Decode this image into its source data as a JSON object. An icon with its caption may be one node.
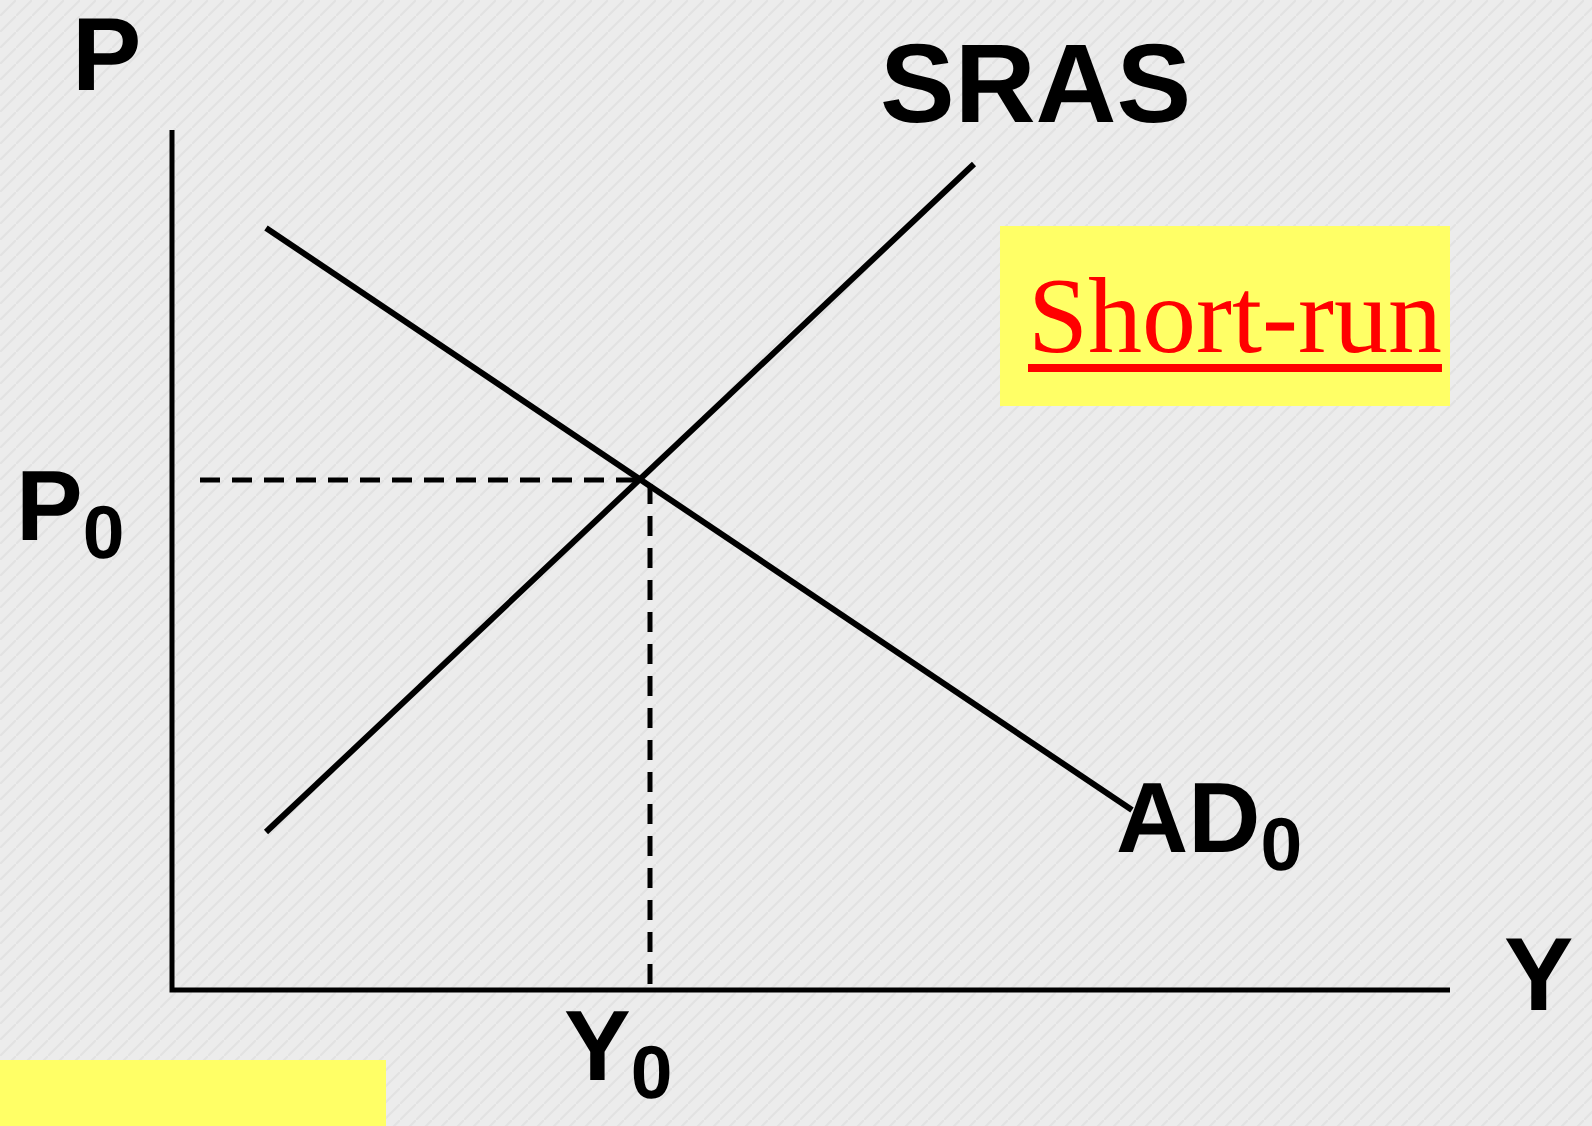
{
  "diagram": {
    "nodes": [
      {
        "text": [],
        "shape": "box"
      }
    ],
    "labels": [
      "P",
      "SRAS",
      "Short-run",
      "P$_{0}$",
      "AD$_{0}$",
      "Y",
      "Y$_{0}$"
    ]
  }
}
